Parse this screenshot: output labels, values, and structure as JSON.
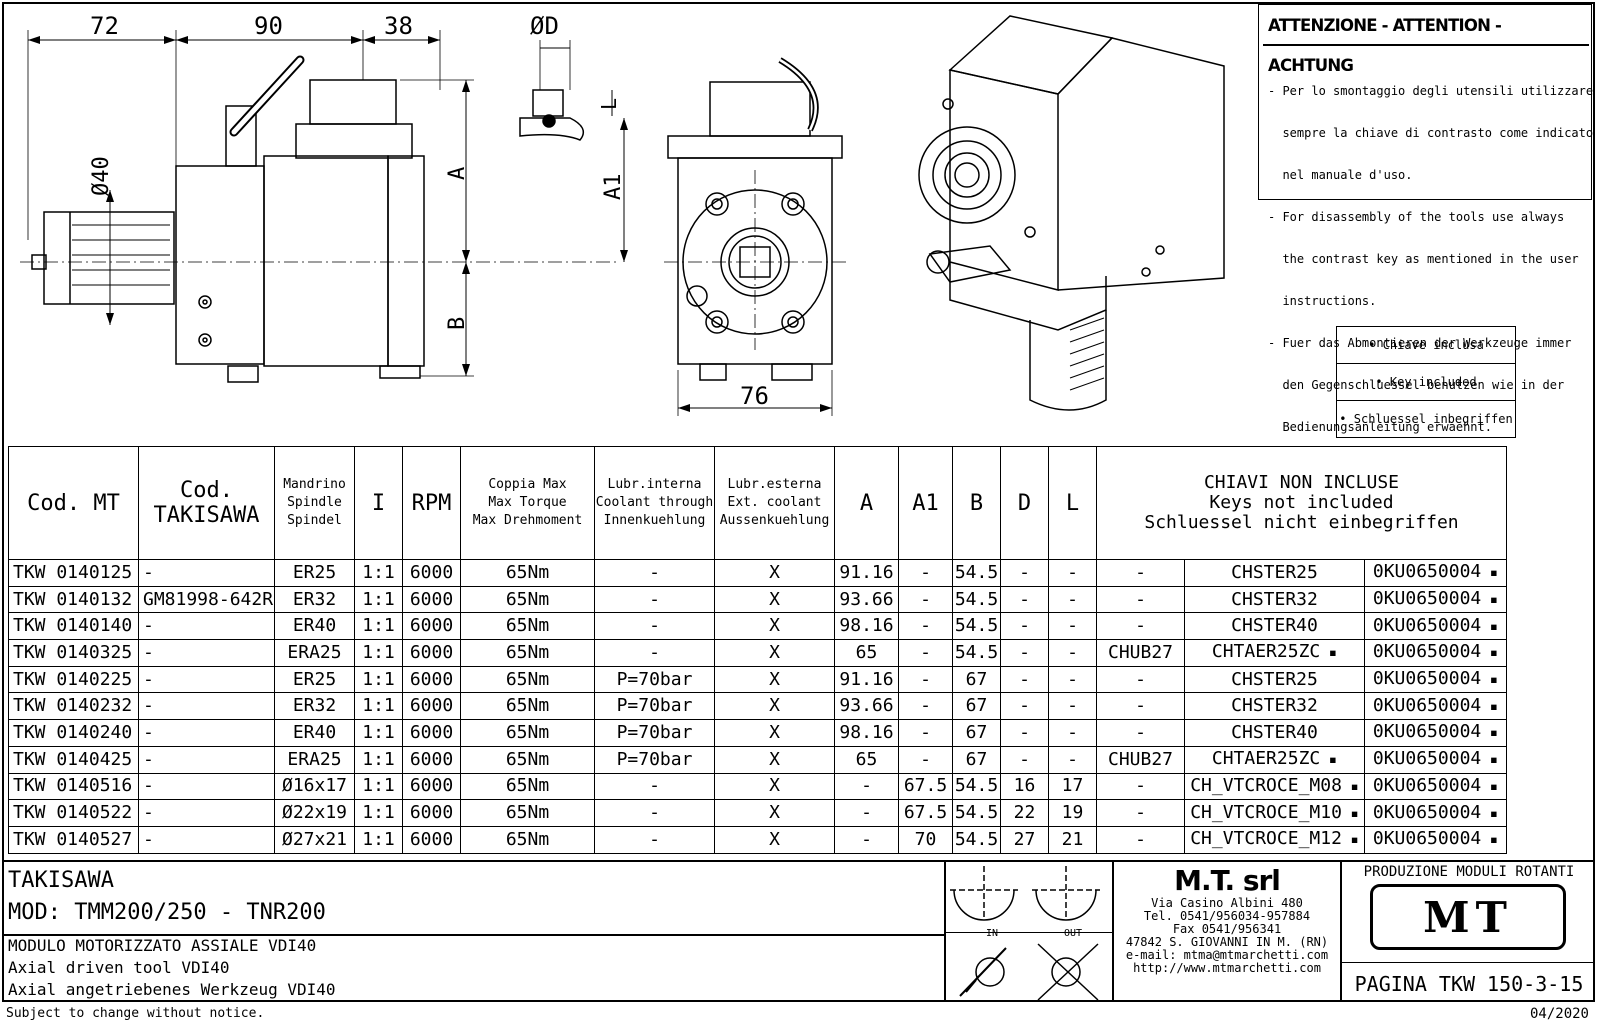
{
  "drawing": {
    "dims": {
      "d72": "72",
      "d90": "90",
      "d38": "38",
      "dD": "ØD",
      "dL": "L",
      "dA": "A",
      "dA1": "A1",
      "dB": "B",
      "d40": "Ø40",
      "d76": "76"
    }
  },
  "warning": {
    "title": "ATTENZIONE - ATTENTION - ACHTUNG",
    "lines": [
      "- Per lo smontaggio degli utensili utilizzare",
      "  sempre la chiave di contrasto come indicato",
      "  nel manuale d'uso.",
      "- For disassembly of the tools use always",
      "  the contrast key as mentioned in the user",
      "  instructions.",
      "- Fuer das Abmontieren der Werkzeuge immer",
      "  den Gegenschluessel benutzen wie in der",
      "  Bedienungsanleitung erwaehnt."
    ]
  },
  "key_legend": [
    "• Chiave inclusa",
    "• Key included",
    "• Schluessel inbegriffen"
  ],
  "table": {
    "headers": {
      "cod_mt": "Cod. MT",
      "cod_tak": [
        "Cod.",
        "TAKISAWA"
      ],
      "spindle": [
        "Mandrino",
        "Spindle",
        "Spindel"
      ],
      "i": "I",
      "rpm": "RPM",
      "torque": [
        "Coppia Max",
        "Max Torque",
        "Max Drehmoment"
      ],
      "lubr_int": [
        "Lubr.interna",
        "Coolant through",
        "Innenkuehlung"
      ],
      "lubr_ext": [
        "Lubr.esterna",
        "Ext. coolant",
        "Aussenkuehlung"
      ],
      "a": "A",
      "a1": "A1",
      "b": "B",
      "d": "D",
      "l": "L",
      "keys": [
        "CHIAVI NON INCLUSE",
        "Keys not included",
        "Schluessel nicht einbegriffen"
      ]
    },
    "rows": [
      [
        "TKW 0140125",
        "-",
        "ER25",
        "1:1",
        "6000",
        "65Nm",
        "-",
        "X",
        "91.16",
        "-",
        "54.5",
        "-",
        "-",
        "-",
        "CHSTER25",
        "0KU0650004"
      ],
      [
        "TKW 0140132",
        "GM81998-642R",
        "ER32",
        "1:1",
        "6000",
        "65Nm",
        "-",
        "X",
        "93.66",
        "-",
        "54.5",
        "-",
        "-",
        "-",
        "CHSTER32",
        "0KU0650004"
      ],
      [
        "TKW 0140140",
        "-",
        "ER40",
        "1:1",
        "6000",
        "65Nm",
        "-",
        "X",
        "98.16",
        "-",
        "54.5",
        "-",
        "-",
        "-",
        "CHSTER40",
        "0KU0650004"
      ],
      [
        "TKW 0140325",
        "-",
        "ERA25",
        "1:1",
        "6000",
        "65Nm",
        "-",
        "X",
        "65",
        "-",
        "54.5",
        "-",
        "-",
        "CHUB27",
        "CHTAER25ZC",
        "0KU0650004"
      ],
      [
        "TKW 0140225",
        "-",
        "ER25",
        "1:1",
        "6000",
        "65Nm",
        "P=70bar",
        "X",
        "91.16",
        "-",
        "67",
        "-",
        "-",
        "-",
        "CHSTER25",
        "0KU0650004"
      ],
      [
        "TKW 0140232",
        "-",
        "ER32",
        "1:1",
        "6000",
        "65Nm",
        "P=70bar",
        "X",
        "93.66",
        "-",
        "67",
        "-",
        "-",
        "-",
        "CHSTER32",
        "0KU0650004"
      ],
      [
        "TKW 0140240",
        "-",
        "ER40",
        "1:1",
        "6000",
        "65Nm",
        "P=70bar",
        "X",
        "98.16",
        "-",
        "67",
        "-",
        "-",
        "-",
        "CHSTER40",
        "0KU0650004"
      ],
      [
        "TKW 0140425",
        "-",
        "ERA25",
        "1:1",
        "6000",
        "65Nm",
        "P=70bar",
        "X",
        "65",
        "-",
        "67",
        "-",
        "-",
        "CHUB27",
        "CHTAER25ZC",
        "0KU0650004"
      ],
      [
        "TKW 0140516",
        "-",
        "Ø16x17",
        "1:1",
        "6000",
        "65Nm",
        "-",
        "X",
        "-",
        "67.5",
        "54.5",
        "16",
        "17",
        "-",
        "CH_VTCROCE_M08",
        "0KU0650004"
      ],
      [
        "TKW 0140522",
        "-",
        "Ø22x19",
        "1:1",
        "6000",
        "65Nm",
        "-",
        "X",
        "-",
        "67.5",
        "54.5",
        "22",
        "19",
        "-",
        "CH_VTCROCE_M10",
        "0KU0650004"
      ],
      [
        "TKW 0140527",
        "-",
        "Ø27x21",
        "1:1",
        "6000",
        "65Nm",
        "-",
        "X",
        "-",
        "70",
        "54.5",
        "27",
        "21",
        "-",
        "CH_VTCROCE_M12",
        "0KU0650004"
      ]
    ]
  },
  "title_block": {
    "brand": "TAKISAWA",
    "model": "MOD: TMM200/250 - TNR200",
    "desc_it": "MODULO MOTORIZZATO ASSIALE VDI40",
    "desc_en": "Axial driven tool VDI40",
    "desc_de": "Axial angetriebenes Werkzeug VDI40",
    "rot_in": "IN",
    "rot_out": "OUT"
  },
  "company": {
    "name": "M.T. srl",
    "address": "Via Casino Albini 480\nTel. 0541/956034-957884\nFax 0541/956341\n47842 S. GIOVANNI IN M. (RN)\ne-mail: mtma@mtmarchetti.com\nhttp://www.mtmarchetti.com"
  },
  "product": {
    "line": "PRODUZIONE MODULI ROTANTI",
    "logo_text": "MT",
    "page": "PAGINA TKW 150-3-15"
  },
  "footer": {
    "notice": "Subject to change without notice.",
    "date": "04/2020"
  }
}
